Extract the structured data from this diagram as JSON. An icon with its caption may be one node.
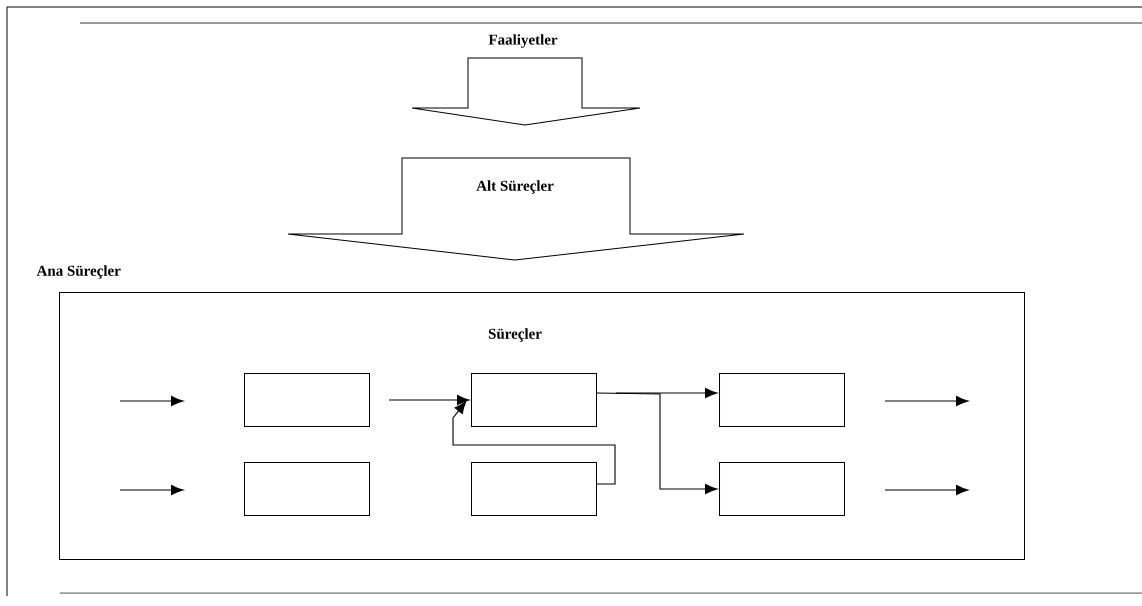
{
  "diagram": {
    "nodes": [
      {
        "text": [
          "Faaliyetler"
        ]
      },
      {
        "text": [
          "Alt Süreçler"
        ]
      },
      {
        "text": [
          "Ana Süreçler",
          "Süreçler"
        ]
      },
      {
        "text": [],
        "shape": "box",
        "in": 2
      },
      {
        "text": [],
        "shape": "box",
        "in": 2
      },
      {
        "text": [],
        "shape": "box",
        "in": 2
      },
      {
        "text": [],
        "shape": "box",
        "in": 2
      },
      {
        "text": [],
        "shape": "box",
        "in": 2
      },
      {
        "text": [],
        "shape": "box",
        "in": 2
      }
    ],
    "edges": [
      {
        "from": 3,
        "to": 4,
        "arrow": "to"
      },
      {
        "from": 4,
        "to": 5,
        "arrow": "to"
      },
      {
        "from": 4,
        "to": 8,
        "arrow": "to"
      },
      {
        "from": 7,
        "to": 4,
        "arrow": "to"
      }
    ]
  }
}
